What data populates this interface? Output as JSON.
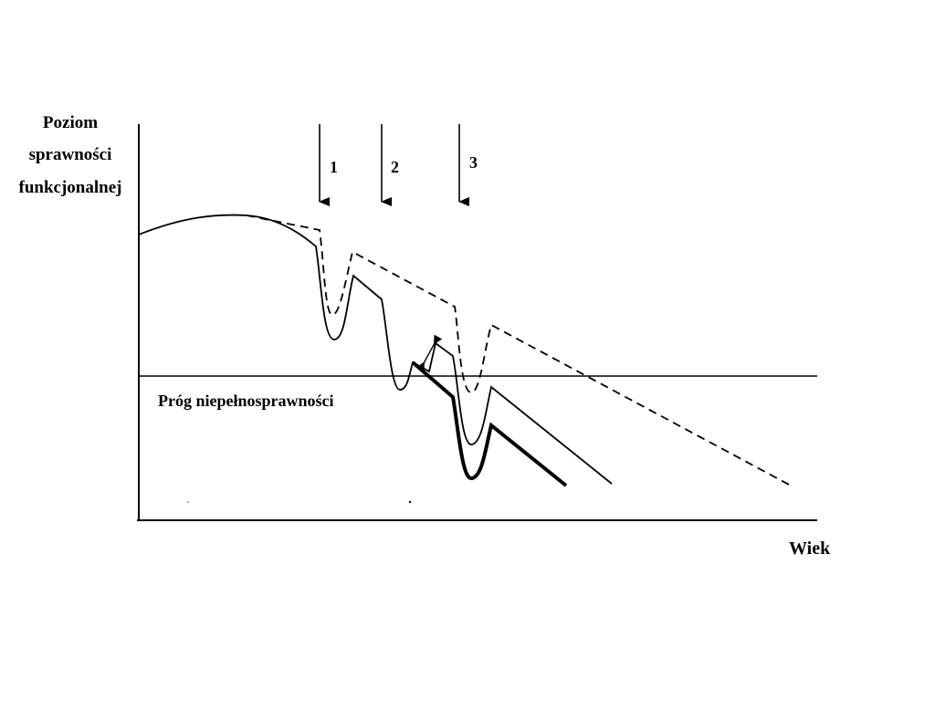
{
  "diagram": {
    "y_axis_label": [
      "Poziom",
      "sprawności",
      "funkcjonalnej"
    ],
    "x_axis_label": "Wiek",
    "threshold_label": "Próg niepełnosprawności",
    "event_markers": [
      "1",
      "2",
      "3"
    ],
    "colors": {
      "ink": "#000000",
      "background": "#ffffff"
    }
  }
}
